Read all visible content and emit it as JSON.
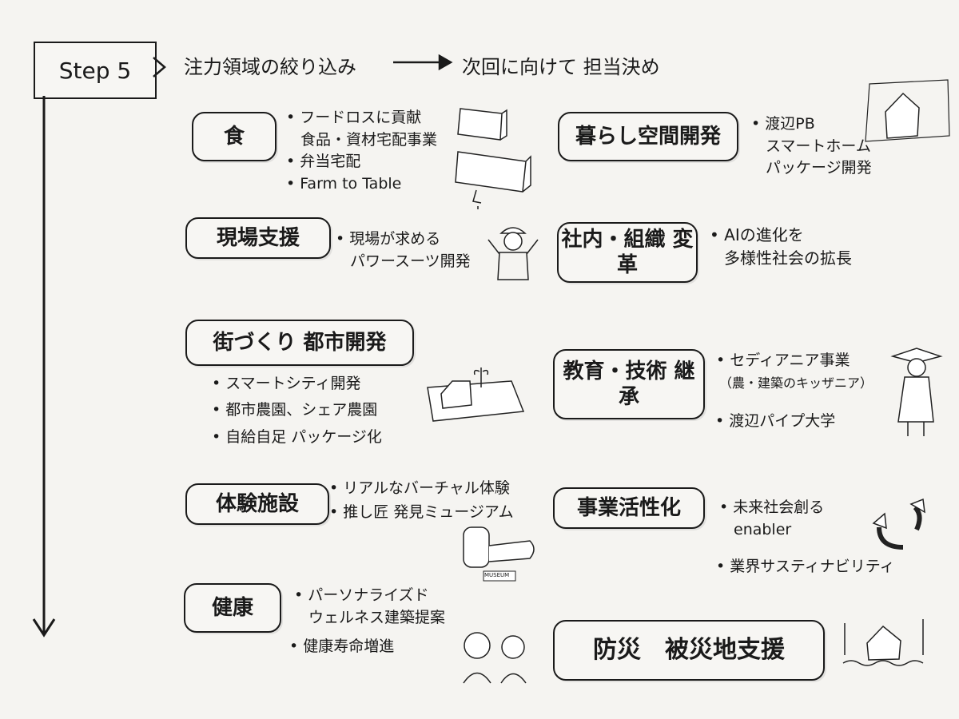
{
  "header": {
    "step_label": "Step 5",
    "phase_1": "注力領域の絞り込み",
    "phase_2": "次回に向けて 担当決め"
  },
  "left_areas": [
    {
      "title": "食",
      "items": [
        "• フードロスに貢献",
        "食品・資材宅配事業",
        "• 弁当宅配",
        "• Farm to Table"
      ]
    },
    {
      "title": "現場支援",
      "items": [
        "• 現場が求める",
        "パワースーツ開発"
      ]
    },
    {
      "title": "街づくり 都市開発",
      "items": [
        "• スマートシティ開発",
        "• 都市農園、シェア農園",
        "• 自給自足 パッケージ化"
      ]
    },
    {
      "title": "体験施設",
      "items": [
        "• リアルなバーチャル体験",
        "• 推し匠 発見ミュージアム"
      ],
      "illustration_label": "MUSEUM"
    },
    {
      "title": "健康",
      "items": [
        "• パーソナライズド",
        "ウェルネス建築提案",
        "• 健康寿命増進"
      ]
    }
  ],
  "right_areas": [
    {
      "title": "暮らし空間開発",
      "items": [
        "• 渡辺PB",
        "スマートホーム",
        "パッケージ開発"
      ]
    },
    {
      "title": "社内・組織 変革",
      "items": [
        "• AIの進化を",
        "多様性社会の拡長"
      ]
    },
    {
      "title": "教育・技術 継承",
      "items": [
        "• セディアニア事業",
        "（農・建築のキッザニア）",
        "• 渡辺パイプ大学"
      ]
    },
    {
      "title": "事業活性化",
      "items": [
        "• 未来社会創る",
        "enabler",
        "• 業界サスティナビリティ"
      ]
    },
    {
      "title": "防災　被災地支援",
      "items": []
    }
  ]
}
